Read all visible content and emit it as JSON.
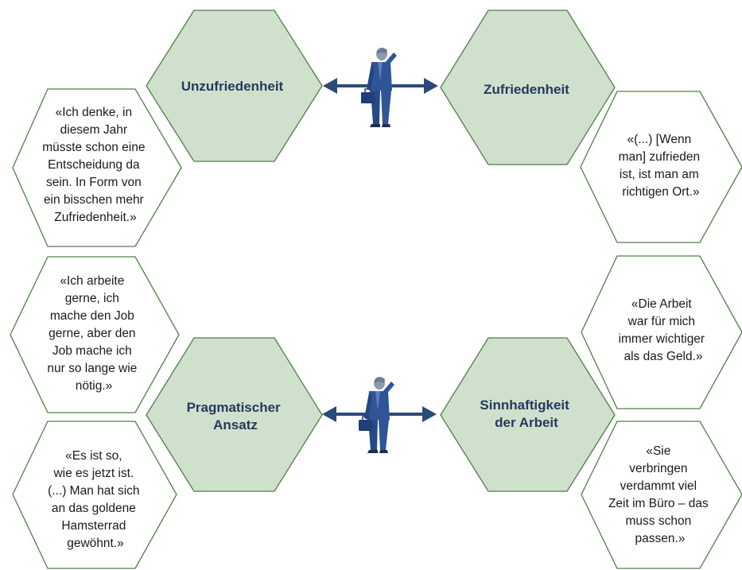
{
  "themes": {
    "unzufriedenheit": [
      "Unzufriedenheit"
    ],
    "zufriedenheit": [
      "Zufriedenheit"
    ],
    "pragmatisch": [
      "Pragmatischer",
      "Ansatz"
    ],
    "sinnhaftigkeit": [
      "Sinnhaftigkeit",
      "der Arbeit"
    ]
  },
  "quotes": {
    "q1": [
      "«Ich denke, in",
      "diesem Jahr",
      "müsste schon eine",
      "Entscheidung da",
      "sein. In Form von",
      "ein bisschen mehr",
      "Zufriedenheit.»"
    ],
    "q2": [
      "«(...) [Wenn",
      "man] zufrieden",
      "ist, ist man am",
      "richtigen Ort.»"
    ],
    "q3": [
      "«Ich arbeite",
      "gerne, ich",
      "mache den Job",
      "gerne, aber den",
      "Job mache ich",
      "nur so lange wie",
      "nötig.»"
    ],
    "q4": [
      "«Die Arbeit",
      "war für mich",
      "immer wichtiger",
      "als das Geld.»"
    ],
    "q5": [
      "«Es ist so,",
      "wie es jetzt ist.",
      "(...) Man hat sich",
      "an das goldene",
      "Hamsterrad",
      "gewöhnt.»"
    ],
    "q6": [
      "«Sie",
      "verbringen",
      "verdammt viel",
      "Zeit im Büro – das",
      "muss schon",
      "passen.»"
    ]
  },
  "colors": {
    "theme_fill": "#cfe0cc",
    "outline": "#4f7f47",
    "theme_text": "#233a5e",
    "arrow": "#2c4a78",
    "figure": "#2f5597"
  },
  "icons": [
    "businessman-icon",
    "double-arrow-icon"
  ]
}
